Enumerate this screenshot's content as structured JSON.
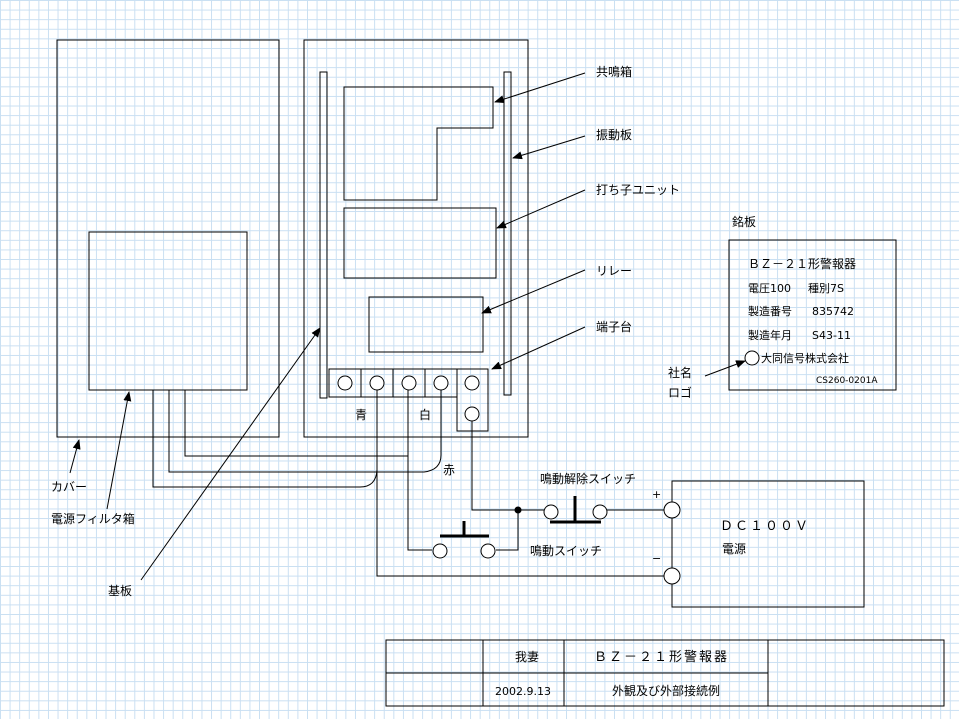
{
  "labels": {
    "kyomeibako": "共鳴箱",
    "shindoban": "振動板",
    "uchiko": "打ち子ユニット",
    "relay": "リレー",
    "tanshidai": "端子台",
    "cover": "カバー",
    "filter": "電源フィルタ箱",
    "kiban": "基板",
    "ao": "青",
    "shiro": "白",
    "aka": "赤",
    "kaijo_switch": "鳴動解除スイッチ",
    "meido_switch": "鳴動スイッチ",
    "plus": "+",
    "minus": "−",
    "psu_title": "ＤＣ１００Ｖ",
    "psu_sub": "電源",
    "mei_title": "銘板",
    "shamei_1": "社名",
    "shamei_2": "ロゴ"
  },
  "nameplate": {
    "model": "ＢＺ－２１形警報器",
    "voltage": "電圧100",
    "type": "種別7S",
    "serial_label": "製造番号",
    "serial": "835742",
    "date_label": "製造年月",
    "date": "S43-11",
    "maker": "大同信号株式会社",
    "code": "CS260-0201A"
  },
  "titleblock": {
    "author": "我妻",
    "date": "2002.9.13",
    "title": "ＢＺ－２１形警報器",
    "subtitle": "外観及び外部接続例"
  }
}
